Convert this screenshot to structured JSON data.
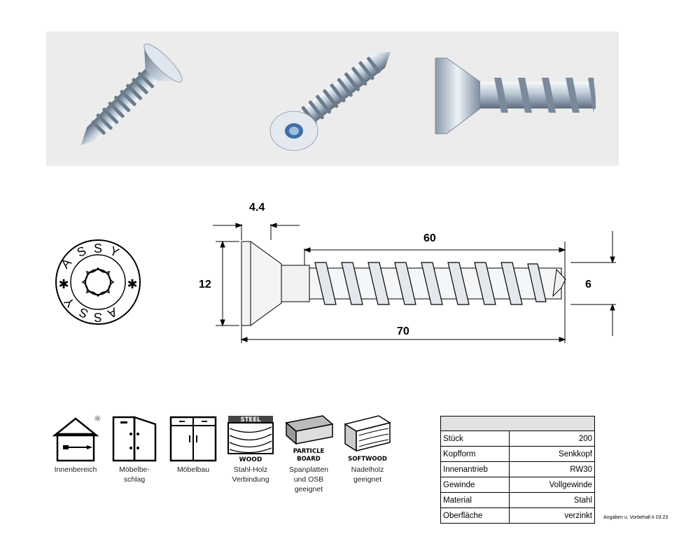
{
  "dimensions": {
    "head_height": "4.4",
    "head_diameter": "12",
    "thread_length": "60",
    "thread_diameter": "6",
    "total_length": "70"
  },
  "head_logo": {
    "brand": "ASSY"
  },
  "icons": [
    {
      "id": "indoor",
      "caption": "Innenbereich"
    },
    {
      "id": "fitting",
      "caption": "Möbelbe-\nschlag"
    },
    {
      "id": "furniture",
      "caption": "Möbelbau"
    },
    {
      "id": "steel-wood",
      "top_label": "STEEL",
      "bottom_label": "WOOD",
      "caption": "Stahl-Holz\nVerbindung"
    },
    {
      "id": "particle-board",
      "top_label": "PARTICLE",
      "bottom_label": "BOARD",
      "caption": "Spanplatten\nund OSB\ngeeignet"
    },
    {
      "id": "softwood",
      "bottom_label": "SOFTWOOD",
      "caption": "Nadelholz\ngeeignet"
    }
  ],
  "specs": {
    "header": "",
    "rows": [
      {
        "key": "Stück",
        "value": "200"
      },
      {
        "key": "Kopfform",
        "value": "Senkkopf"
      },
      {
        "key": "Innenantrieb",
        "value": "RW30"
      },
      {
        "key": "Gewinde",
        "value": "Vollgewinde"
      },
      {
        "key": "Material",
        "value": "Stahl"
      },
      {
        "key": "Oberfläche",
        "value": "verzinkt"
      }
    ]
  },
  "footnote": "Angaben u. Vorbehalt k 03.23",
  "colors": {
    "strip_bg": "#ececec",
    "metal_light": "#e8eef4",
    "metal_mid": "#a9b7c6",
    "metal_dark": "#5f6f80",
    "table_header": "#e2e2e2"
  }
}
